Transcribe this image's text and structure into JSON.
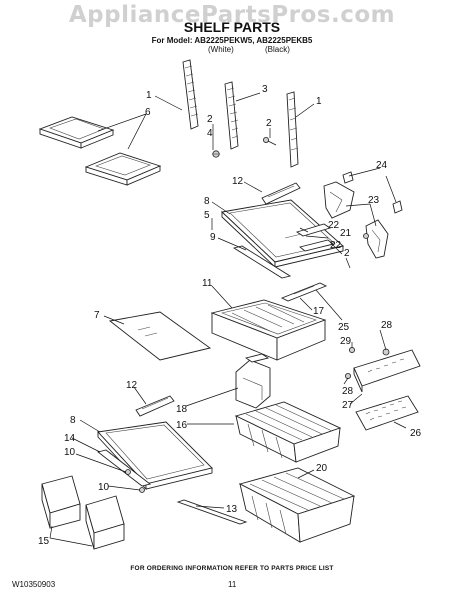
{
  "watermark": "AppliancePartsPros.com",
  "title": "SHELF PARTS",
  "model_line": "For Model: AB2225PEKW5, AB2225PEKB5",
  "color_white": "(White)",
  "color_black": "(Black)",
  "footer_note": "FOR ORDERING INFORMATION REFER TO PARTS PRICE LIST",
  "document_number": "W10350903",
  "page_number": "11",
  "callouts": [
    "1",
    "1",
    "6",
    "3",
    "2",
    "4",
    "2",
    "24",
    "23",
    "12",
    "8",
    "5",
    "9",
    "22",
    "21",
    "22",
    "2",
    "11",
    "17",
    "7",
    "25",
    "28",
    "29",
    "12",
    "18",
    "8",
    "16",
    "28",
    "27",
    "26",
    "14",
    "10",
    "10",
    "13",
    "20",
    "15"
  ],
  "parts": {
    "rail_left": "vertical shelf rail",
    "rail_mid": "vertical shelf rail",
    "rail_right": "vertical shelf rail",
    "screw": "screw",
    "tray_upper": "slide-out tray",
    "tray_lower": "slide-out tray",
    "glass_panel": "glass shelf panel",
    "upper_shelf": "glass shelf with frame",
    "pan": "deli pan",
    "lower_shelf": "glass shelf with frame",
    "wire_basket_small": "wire basket",
    "wire_basket_large": "wire basket",
    "crisper_left": "crisper bin",
    "crisper_right": "crisper bin",
    "egg_tray": "egg tray",
    "control_housing": "control housing",
    "bracket": "shelf bracket",
    "slide": "slide rail",
    "track": "pan track"
  }
}
